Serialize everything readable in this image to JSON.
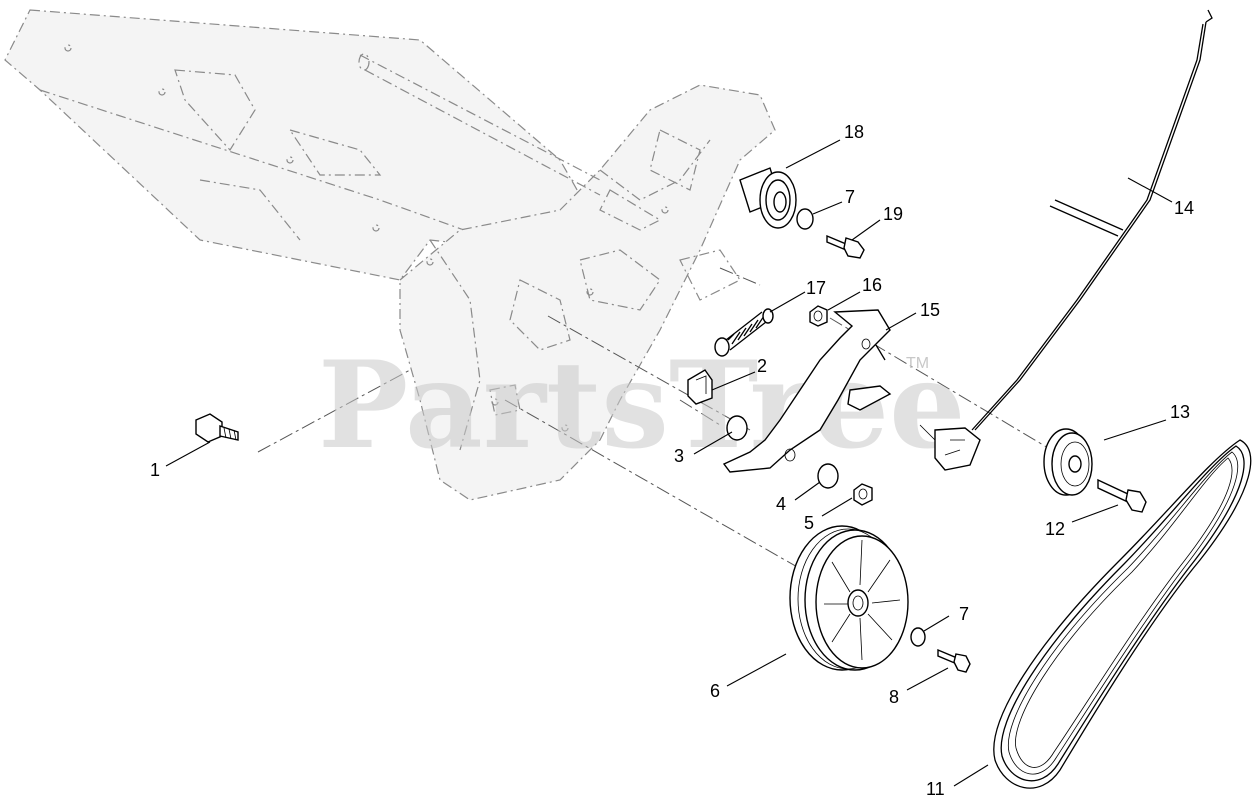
{
  "watermark": {
    "text": "PartsTree",
    "tm": "TM"
  },
  "callouts": {
    "c1": "1",
    "c2": "2",
    "c3": "3",
    "c4": "4",
    "c5": "5",
    "c6": "6",
    "c7a": "7",
    "c7b": "7",
    "c8": "8",
    "c11": "11",
    "c12": "12",
    "c13": "13",
    "c14": "14",
    "c15": "15",
    "c16": "16",
    "c17": "17",
    "c18": "18",
    "c19": "19"
  }
}
